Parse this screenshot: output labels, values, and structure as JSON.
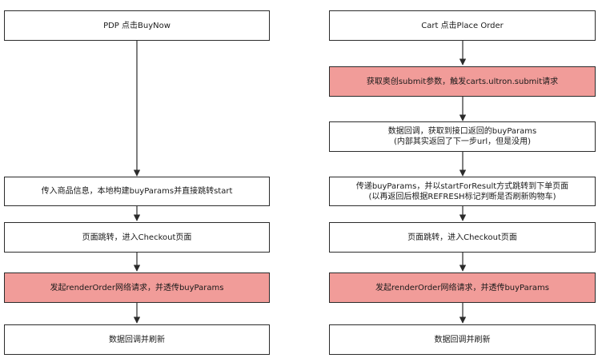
{
  "colors": {
    "highlight": "#f19c99",
    "stroke": "#2b2b2b"
  },
  "left_flow": {
    "start": "PDP 点击BuyNow",
    "step1": "传入商品信息，本地构建buyParams并直接跳转start",
    "step2": "页面跳转，进入Checkout页面",
    "step3": "发起renderOrder网络请求，并透传buyParams",
    "step4": "数据回调并刷新"
  },
  "right_flow": {
    "start": "Cart 点击Place Order",
    "step1": "获取奥创submit参数，触发carts.ultron.submit请求",
    "step2_line1": "数据回调，获取到接口返回的buyParams",
    "step2_line2": "(内部其实返回了下一步url，但是没用)",
    "step3_line1": "传递buyParams，并以startForResult方式跳转到下单页面",
    "step3_line2": "(以再返回后根据REFRESH标记判断是否刷新购物车)",
    "step4": "页面跳转，进入Checkout页面",
    "step5": "发起renderOrder网络请求，并透传buyParams",
    "step6": "数据回调并刷新"
  }
}
